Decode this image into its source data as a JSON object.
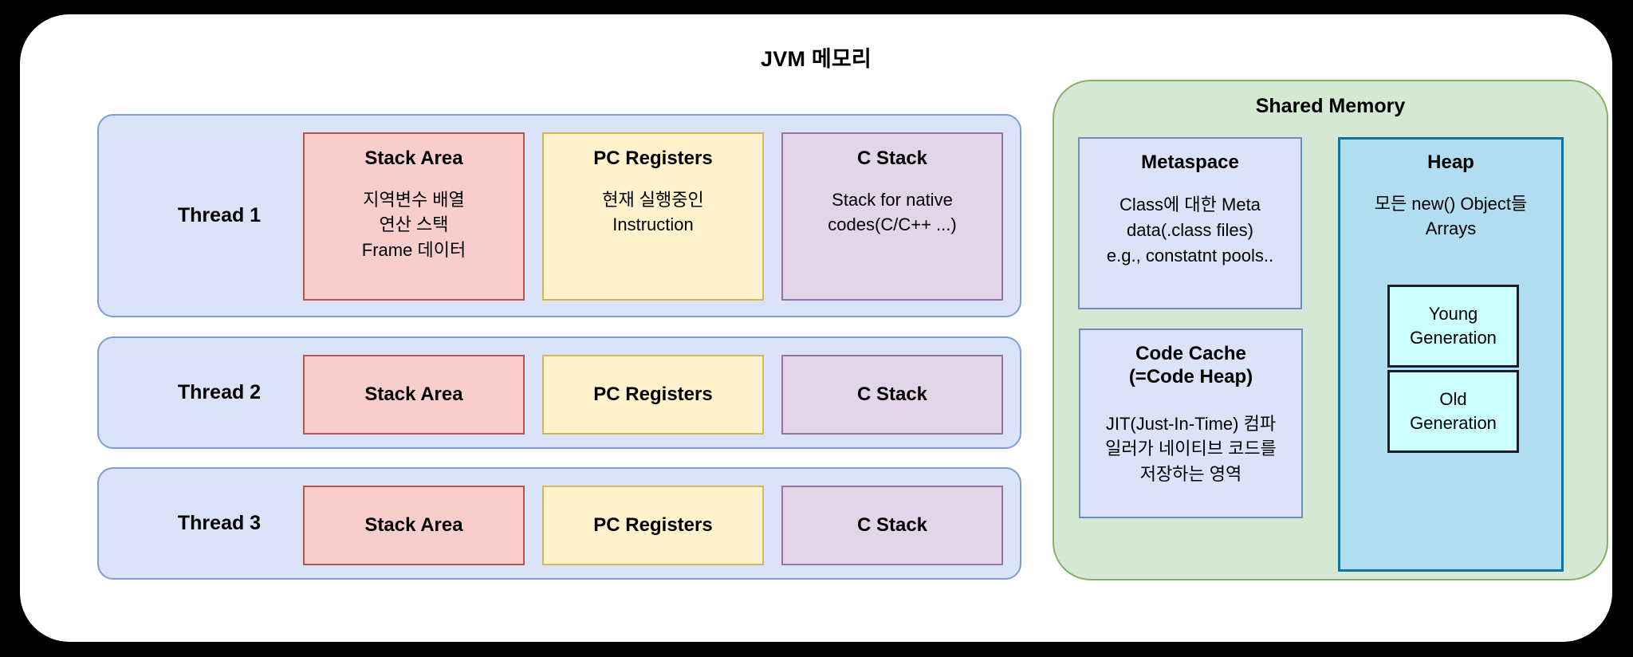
{
  "diagram": {
    "title": "JVM 메모리",
    "colors": {
      "background": "#000000",
      "card": "#ffffff",
      "thread_row_fill": "#dae3f7",
      "thread_row_border": "#7b9edb",
      "stack_area_fill": "#f8cecc",
      "stack_area_border": "#b85450",
      "pc_registers_fill": "#fff2cc",
      "pc_registers_border": "#d6b656",
      "c_stack_fill": "#e1d5e7",
      "c_stack_border": "#9673a6",
      "shared_memory_fill": "#d5e8d4",
      "shared_memory_border": "#82b366",
      "metaspace_fill": "#dae3f7",
      "metaspace_border": "#6c8ebf",
      "heap_fill": "#b1ddf0",
      "heap_border": "#10739e",
      "generation_fill": "#ccffff",
      "generation_border": "#1a2028"
    },
    "threads": [
      {
        "label": "Thread 1",
        "boxes": [
          {
            "title": "Stack Area",
            "desc": "지역변수 배열\n연산 스택\nFrame 데이터"
          },
          {
            "title": "PC Registers",
            "desc": "현재 실행중인\nInstruction"
          },
          {
            "title": "C Stack",
            "desc": "Stack for native\ncodes(C/C++ ...)"
          }
        ]
      },
      {
        "label": "Thread 2",
        "boxes": [
          {
            "title": "Stack Area",
            "desc": ""
          },
          {
            "title": "PC Registers",
            "desc": ""
          },
          {
            "title": "C Stack",
            "desc": ""
          }
        ]
      },
      {
        "label": "Thread 3",
        "boxes": [
          {
            "title": "Stack Area",
            "desc": ""
          },
          {
            "title": "PC Registers",
            "desc": ""
          },
          {
            "title": "C Stack",
            "desc": ""
          }
        ]
      }
    ],
    "shared_memory": {
      "title": "Shared Memory",
      "metaspace": {
        "title": "Metaspace",
        "desc": "Class에 대한 Meta\ndata(.class files)\ne.g., constatnt pools.."
      },
      "code_cache": {
        "title": "Code Cache\n(=Code Heap)",
        "desc": "JIT(Just-In-Time) 컴파\n일러가 네이티브 코드를\n저장하는 영역"
      },
      "heap": {
        "title": "Heap",
        "desc": "모든 new() Object들\nArrays",
        "generations": [
          {
            "label": "Young\nGeneration"
          },
          {
            "label": "Old\nGeneration"
          }
        ]
      }
    }
  }
}
